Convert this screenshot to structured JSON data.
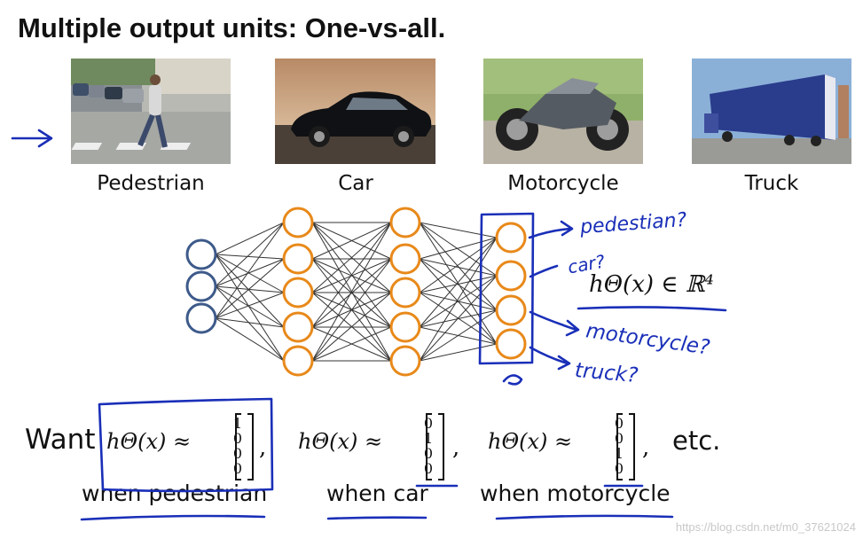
{
  "slide": {
    "title": "Multiple output units: One-vs-all.",
    "captions": [
      "Pedestrian",
      "Car",
      "Motorcycle",
      "Truck"
    ],
    "formula_right": "hΘ(x) ∈ ℝ⁴",
    "want_label": "Want",
    "hyp": "hΘ(x) ≈",
    "vectors": [
      [
        "1",
        "0",
        "0",
        "0"
      ],
      [
        "0",
        "1",
        "0",
        "0"
      ],
      [
        "0",
        "0",
        "1",
        "0"
      ]
    ],
    "comma": ",",
    "etc": "etc.",
    "when_labels": [
      "when pedestrian",
      "when car",
      "when motorcycle"
    ],
    "watermark": "https://blog.csdn.net/m0_37621024"
  },
  "annotations": {
    "output_notes": [
      "pedestian?",
      "car?",
      "motorcycle?",
      "truck?"
    ],
    "ink_color": "#1a2fb8"
  },
  "network": {
    "layer_sizes": [
      3,
      5,
      5,
      4
    ],
    "input_color": "#3d5a8a",
    "hidden_color": "#e8891a"
  }
}
